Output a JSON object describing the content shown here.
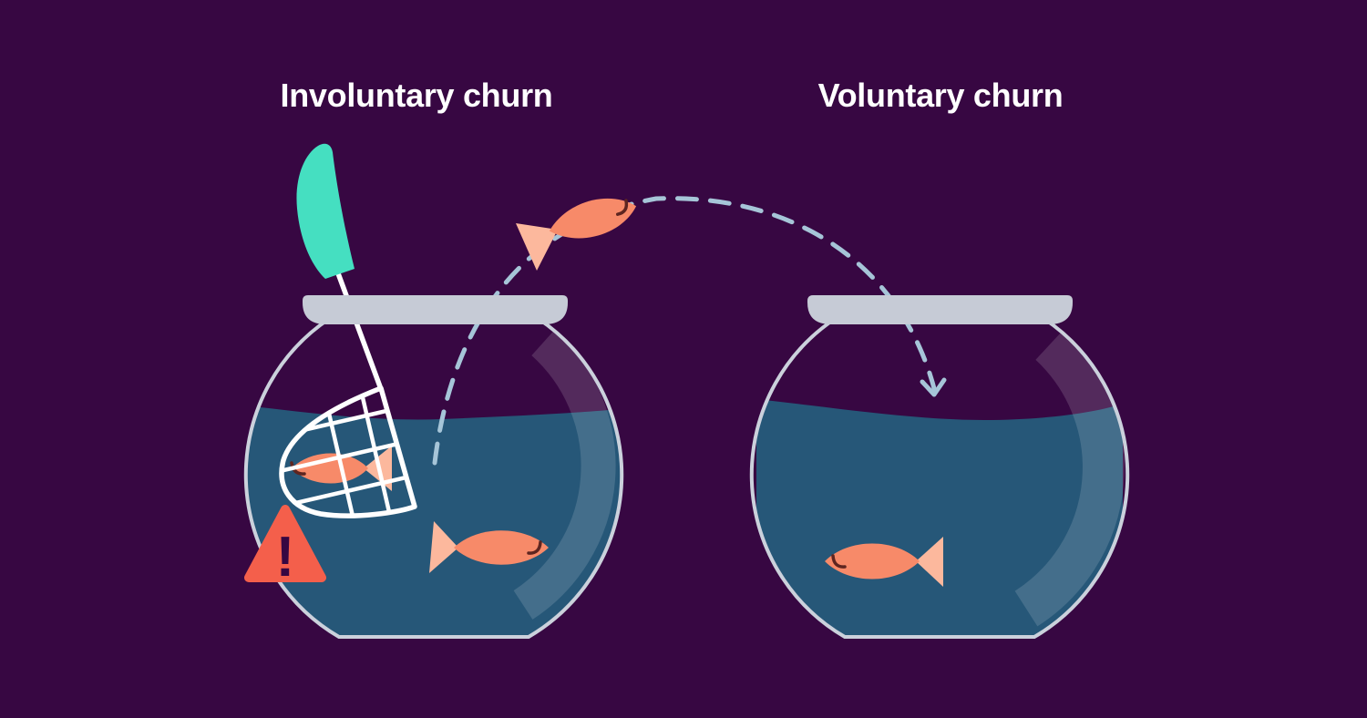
{
  "sections": [
    {
      "id": "involuntary",
      "title": "Involuntary churn"
    },
    {
      "id": "voluntary",
      "title": "Voluntary churn"
    }
  ],
  "warning": {
    "symbol": "!"
  },
  "icons": {
    "net-icon": "fishing-net-scooping-fish",
    "net-handle-icon": "net-handle-grip",
    "warning-triangle-icon": "alert-exclamation-triangle",
    "jumping-fish-icon": "fish-leaping-between-bowls",
    "netted-fish-icon": "fish-caught-in-net",
    "left-bowl-fish-icon": "fish-swimming",
    "right-bowl-fish-icon": "fish-swimming",
    "jump-path-arrow-icon": "dashed-arc-arrow"
  },
  "colors": {
    "background": "#370742",
    "title_text": "#FFFFFF",
    "water": "#265778",
    "glass_outline": "#CBD1DC",
    "glass_reflection": "#FFFFFF",
    "rim": "#C6CBD6",
    "fish_body": "#F78A69",
    "fish_fin": "#FCB89D",
    "fish_mouth": "#5E2520",
    "net_handle": "#45DFC1",
    "net_mesh": "#FFFFFF",
    "warning": "#F45F4B",
    "warning_mark": "#370742",
    "path_dash": "#A6C5D8"
  }
}
